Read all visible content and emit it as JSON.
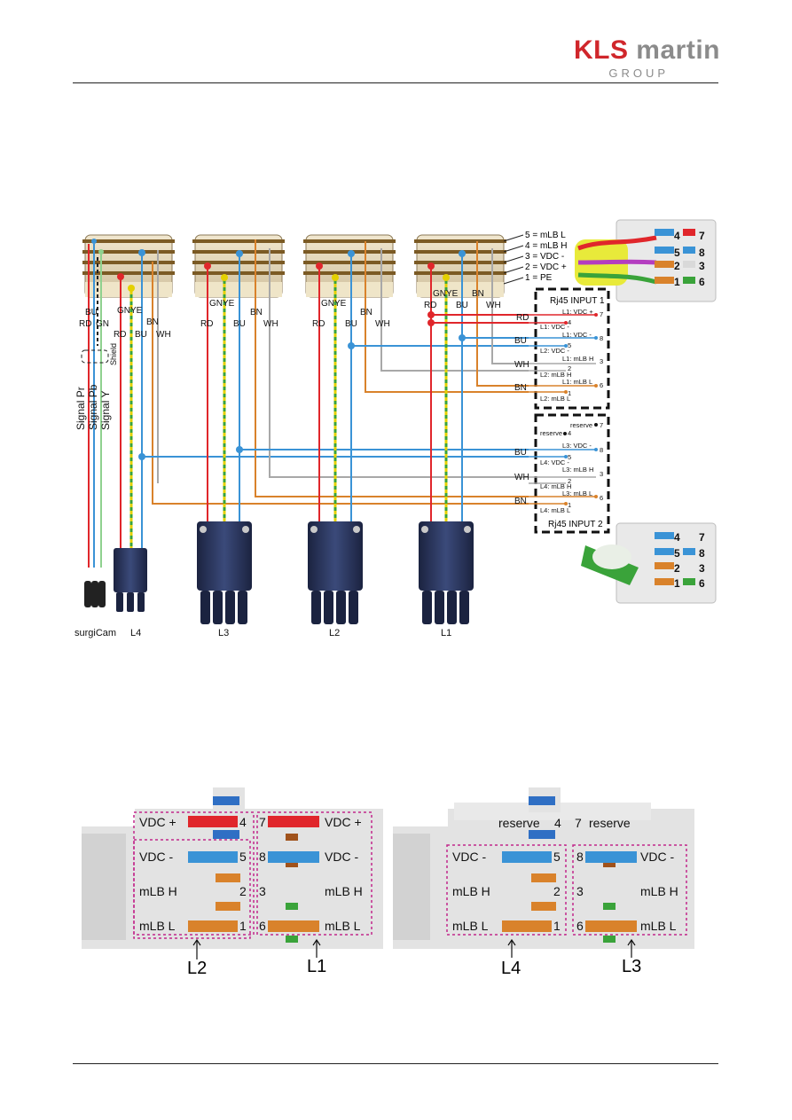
{
  "header": {
    "brand_a": "KLS",
    "brand_b": " martin",
    "brand_sub": "GROUP"
  },
  "wire_codes": {
    "RD": "RD",
    "BU": "BU",
    "GN": "GN",
    "GNYE": "GNYE",
    "BN": "BN",
    "WH": "WH",
    "shield": "Shield"
  },
  "signals": [
    "Signal Pr",
    "Signal Pb",
    "Signal Y"
  ],
  "ring_legend": [
    "5 = mLB L",
    "4 = mLB H",
    "3 = VDC -",
    "2 = VDC +",
    "1 = PE"
  ],
  "bottom_labels": {
    "surgicam": "surgiCam",
    "l4": "L4",
    "l3": "L3",
    "l2": "L2",
    "l1": "L1"
  },
  "rj45_input1": {
    "title": "Rj45 INPUT 1",
    "rows": [
      {
        "label": "L1: VDC +",
        "pin": "7"
      },
      {
        "label": "L1: VDC -",
        "pin": "4"
      },
      {
        "label": "L1: VDC -",
        "pin": "8"
      },
      {
        "label": "L2: VDC -",
        "pin": "5"
      },
      {
        "label": "L1: mLB H",
        "pin": "3"
      },
      {
        "label": "L2: mLB H",
        "pin": "2"
      },
      {
        "label": "L1: mLB L",
        "pin": "6"
      },
      {
        "label": "L2: mLB L",
        "pin": "1"
      }
    ]
  },
  "rj45_input2": {
    "title": "Rj45 INPUT 2",
    "rows": [
      {
        "label": "reserve",
        "pin": "7"
      },
      {
        "label": "reserve",
        "pin": "4"
      },
      {
        "label": "L3: VDC -",
        "pin": "8"
      },
      {
        "label": "L4: VDC -",
        "pin": "5"
      },
      {
        "label": "L3: mLB H",
        "pin": "3"
      },
      {
        "label": "L4: mLB H",
        "pin": "2"
      },
      {
        "label": "L3: mLB L",
        "pin": "6"
      },
      {
        "label": "L4: mLB L",
        "pin": "1"
      }
    ]
  },
  "photo_pins": {
    "top": [
      "4",
      "7",
      "5",
      "8",
      "2",
      "3",
      "1",
      "6"
    ],
    "bottom": [
      "4",
      "7",
      "5",
      "8",
      "2",
      "3",
      "1",
      "6"
    ]
  },
  "connector_left": {
    "rows": [
      {
        "left": "VDC +",
        "lpin": "4",
        "rpin": "7",
        "right": "VDC +"
      },
      {
        "left": "VDC -",
        "lpin": "5",
        "rpin": "8",
        "right": "VDC -"
      },
      {
        "left": "mLB H",
        "lpin": "2",
        "rpin": "3",
        "right": "mLB H"
      },
      {
        "left": "mLB L",
        "lpin": "1",
        "rpin": "6",
        "right": "mLB L"
      }
    ],
    "group_a": "L2",
    "group_b": "L1"
  },
  "connector_right": {
    "rows": [
      {
        "left": "reserve",
        "lpin": "4",
        "rpin": "7",
        "right": "reserve"
      },
      {
        "left": "VDC -",
        "lpin": "5",
        "rpin": "8",
        "right": "VDC -"
      },
      {
        "left": "mLB H",
        "lpin": "2",
        "rpin": "3",
        "right": "mLB H"
      },
      {
        "left": "mLB L",
        "lpin": "1",
        "rpin": "6",
        "right": "mLB L"
      }
    ],
    "group_a": "L4",
    "group_b": "L3"
  },
  "colors": {
    "red": "#e0262b",
    "blue": "#3a93d6",
    "orange": "#d9822b",
    "yellow": "#e4d000",
    "green": "#3aa33a",
    "gray": "#a8a8a8",
    "pink": "#c2278b"
  }
}
